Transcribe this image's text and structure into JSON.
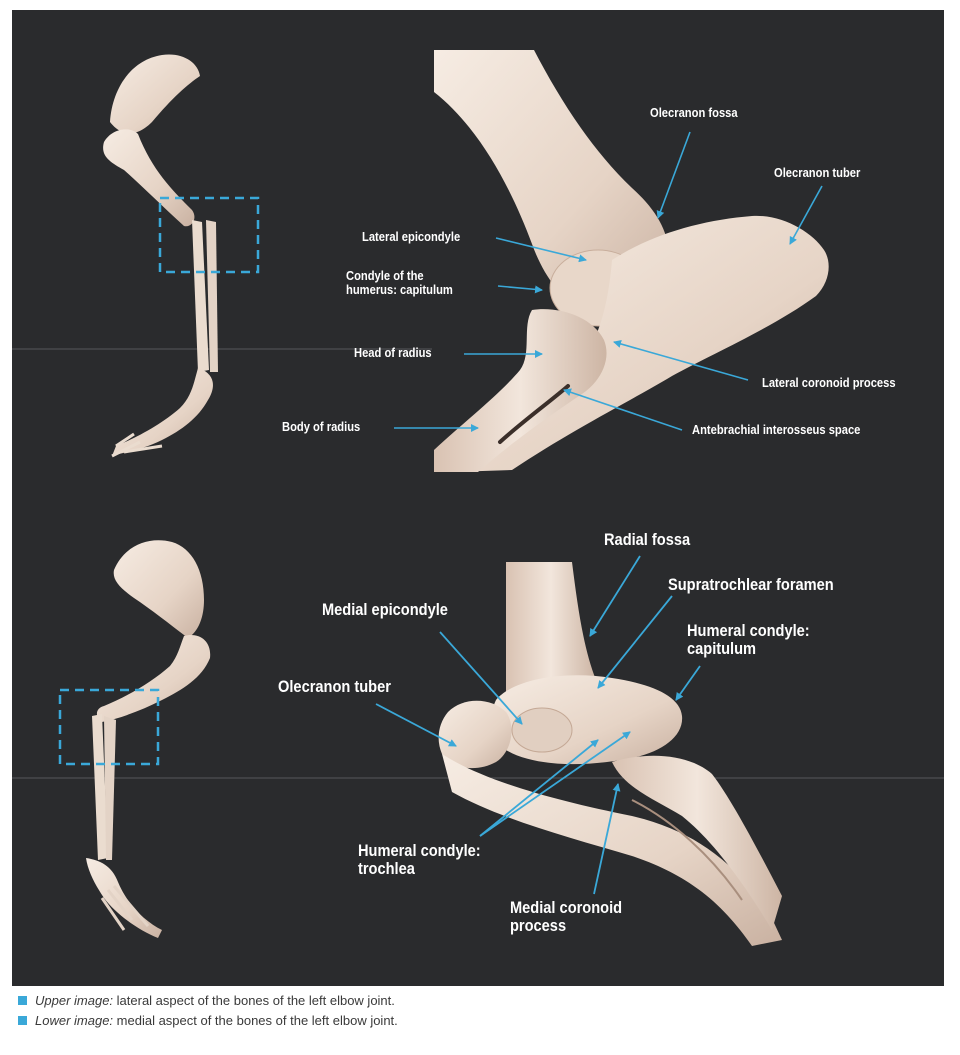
{
  "colors": {
    "background": "#2a2b2d",
    "bone": "#efe3d7",
    "bone_shadow": "#c9b3a2",
    "accent": "#3aa8d8",
    "label": "#ffffff",
    "caption_text": "#3a3a3a"
  },
  "upper_view": {
    "labels": {
      "olecranon_fossa": "Olecranon fossa",
      "olecranon_tuber": "Olecranon tuber",
      "lateral_epicondyle": "Lateral epicondyle",
      "condyle_line1": "Condyle of the",
      "condyle_line2": "humerus: capitulum",
      "head_of_radius": "Head of radius",
      "lateral_coronoid_process": "Lateral coronoid process",
      "body_of_radius": "Body of radius",
      "antebrachial_interosseus_space": "Antebrachial interosseus space"
    }
  },
  "lower_view": {
    "labels": {
      "radial_fossa": "Radial fossa",
      "supratrochlear_foramen": "Supratrochlear foramen",
      "medial_epicondyle": "Medial epicondyle",
      "humeral_condyle_capitulum_line1": "Humeral condyle:",
      "humeral_condyle_capitulum_line2": "capitulum",
      "olecranon_tuber": "Olecranon tuber",
      "humeral_condyle_trochlea_line1": "Humeral condyle:",
      "humeral_condyle_trochlea_line2": "trochlea",
      "medial_coronoid_process_line1": "Medial coronoid",
      "medial_coronoid_process_line2": "process"
    }
  },
  "caption": {
    "upper_prefix": "Upper image:",
    "upper_text": " lateral aspect of the bones of the left elbow joint.",
    "lower_prefix": "Lower image:",
    "lower_text": " medial aspect of the bones of the left elbow joint."
  }
}
